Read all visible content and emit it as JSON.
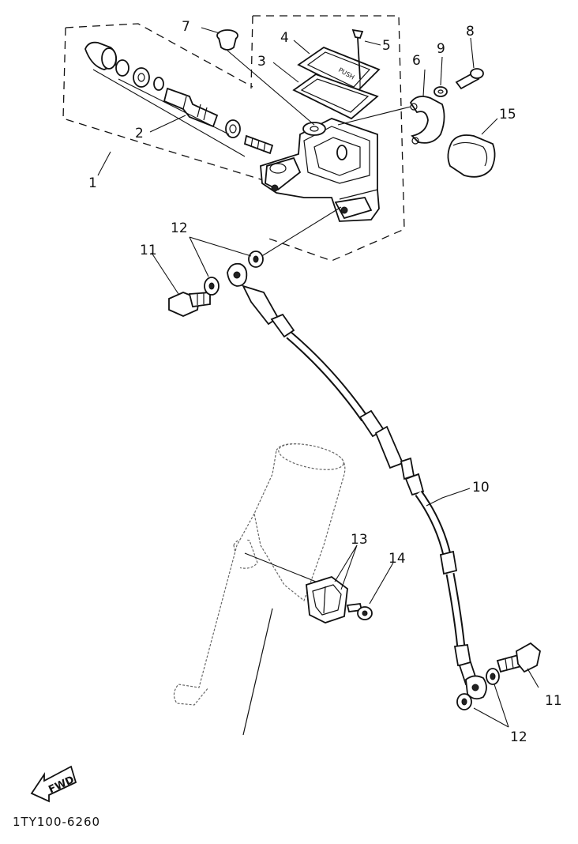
{
  "diagram": {
    "code": "1TY100-6260",
    "fwd_label": "FWD",
    "callouts": [
      {
        "id": "c1",
        "label": "1"
      },
      {
        "id": "c2",
        "label": "2"
      },
      {
        "id": "c3",
        "label": "3"
      },
      {
        "id": "c4",
        "label": "4"
      },
      {
        "id": "c5",
        "label": "5"
      },
      {
        "id": "c6",
        "label": "6"
      },
      {
        "id": "c7",
        "label": "7"
      },
      {
        "id": "c8",
        "label": "8"
      },
      {
        "id": "c9",
        "label": "9"
      },
      {
        "id": "c10",
        "label": "10"
      },
      {
        "id": "c11a",
        "label": "11"
      },
      {
        "id": "c11b",
        "label": "11"
      },
      {
        "id": "c12a",
        "label": "12"
      },
      {
        "id": "c12b",
        "label": "12"
      },
      {
        "id": "c13",
        "label": "13"
      },
      {
        "id": "c14",
        "label": "14"
      },
      {
        "id": "c15",
        "label": "15"
      }
    ]
  }
}
